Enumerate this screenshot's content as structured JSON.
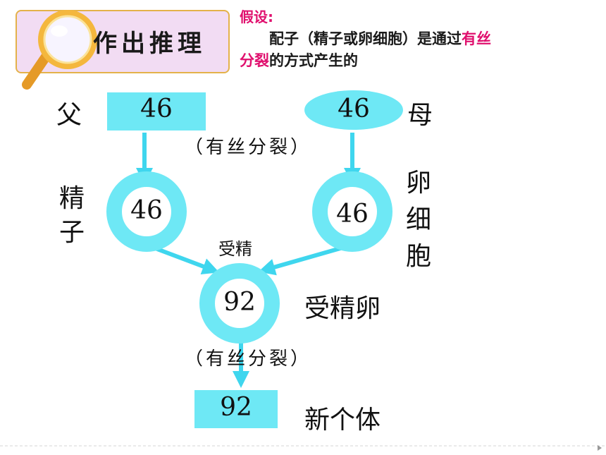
{
  "title": "作出推理",
  "hypothesis": {
    "label": "假设:",
    "text_before": "配子（精子或卵细胞）是通过",
    "highlight_1": "有丝",
    "highlight_2": "分裂",
    "text_after": "的方式产生的"
  },
  "diagram": {
    "father_label": "父",
    "father_value": "46",
    "mother_label": "母",
    "mother_value": "46",
    "division_note_top": "（有丝分裂）",
    "sperm_label": "精子",
    "sperm_value": "46",
    "egg_label": "卵细胞",
    "egg_value": "46",
    "fertilization_label": "受精",
    "zygote_label": "受精卵",
    "zygote_value": "92",
    "division_note_bottom": "（有丝分裂）",
    "new_individual_label": "新个体",
    "new_individual_value": "92"
  },
  "colors": {
    "cyan": "#6ee8f5",
    "arrow": "#3fd6ee",
    "highlight": "#e0106e",
    "title_bg": "#f2dcf3",
    "title_border": "#e4b24a"
  }
}
